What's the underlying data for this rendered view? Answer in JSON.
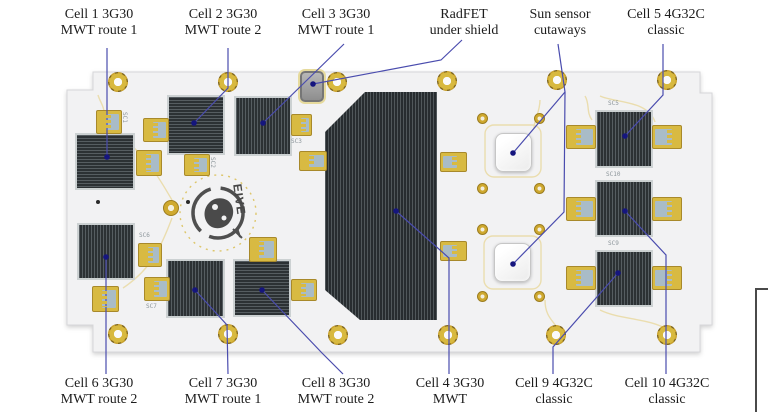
{
  "figure": {
    "type": "annotated-solar-panel-pcb-diagram",
    "colors": {
      "board": "#f2f2f3",
      "cell_dark": "#2c3134",
      "cell_light": "#565d61",
      "gold": "#d8ba42",
      "pad_center": "#a9bcc7",
      "callout_line": "#4a4cae",
      "callout_dot": "#15157e",
      "text": "#1c1c1c"
    },
    "callouts_top": [
      {
        "line1": "Cell 1 3G30",
        "line2": "MWT route 1"
      },
      {
        "line1": "Cell 2 3G30",
        "line2": "MWT route 2"
      },
      {
        "line1": "Cell 3 3G30",
        "line2": "MWT route 1"
      },
      {
        "line1": "RadFET",
        "line2": "under shield"
      },
      {
        "line1": "Sun sensor",
        "line2": "cutaways"
      },
      {
        "line1": "Cell 5 4G32C",
        "line2": "classic"
      }
    ],
    "callouts_bottom": [
      {
        "line1": "Cell 6 3G30",
        "line2": "MWT route 2"
      },
      {
        "line1": "Cell 7 3G30",
        "line2": "MWT route 1"
      },
      {
        "line1": "Cell 8 3G30",
        "line2": "MWT route 2"
      },
      {
        "line1": "Cell 4 3G30",
        "line2": "MWT"
      },
      {
        "line1": "Cell 9 4G32C",
        "line2": "classic"
      },
      {
        "line1": "Cell 10 4G32C",
        "line2": "classic"
      }
    ],
    "silkscreen": {
      "sc1": "SC1",
      "sc2": "SC2",
      "sc3": "SC3",
      "sc5": "SC5",
      "sc6": "SC6",
      "sc7": "SC7",
      "sc9": "SC9",
      "sc10": "SC10"
    },
    "logo_text": "EIVE"
  }
}
